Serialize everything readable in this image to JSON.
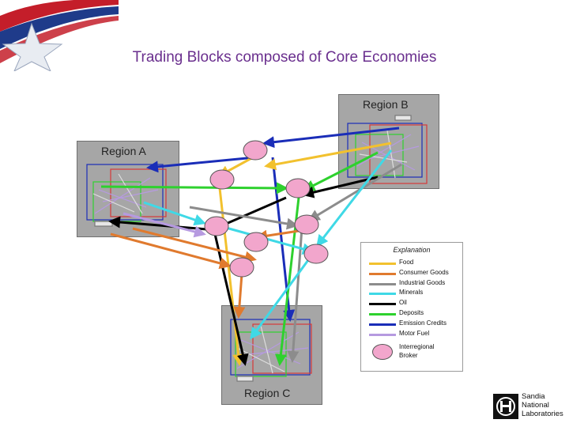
{
  "title": "Trading Blocks composed of Core Economies",
  "regions": {
    "a": "Region A",
    "b": "Region B",
    "c": "Region C"
  },
  "legend": {
    "title": "Explanation",
    "items": [
      {
        "label": "Food",
        "color": "#f2c12e"
      },
      {
        "label": "Consumer Goods",
        "color": "#e07a2e"
      },
      {
        "label": "Industrial Goods",
        "color": "#8c8c8c"
      },
      {
        "label": "Minerals",
        "color": "#3fd9e6"
      },
      {
        "label": "Oil",
        "color": "#000000"
      },
      {
        "label": "Deposits",
        "color": "#2ed12e"
      },
      {
        "label": "Emission Credits",
        "color": "#1a2db8"
      },
      {
        "label": "Motor Fuel",
        "color": "#b69ae0"
      }
    ],
    "broker_label_1": "Interregional",
    "broker_label_2": "Broker",
    "broker_color": "#f2a6cc"
  },
  "logo": {
    "line1": "Sandia",
    "line2": "National",
    "line3": "Laboratories"
  }
}
